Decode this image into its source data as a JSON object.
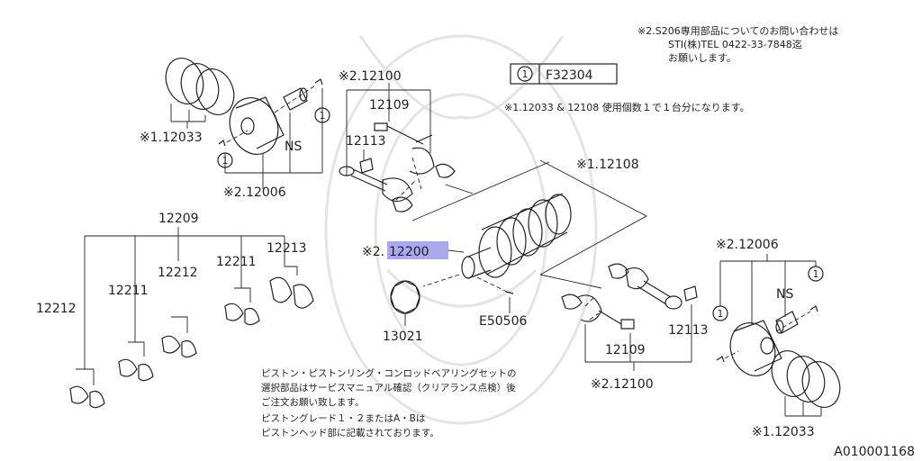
{
  "header_note": [
    "※2.S206専用部品についてのお問い合わせは",
    "STI(株)TEL 0422-33-7848迄",
    "お願いします。"
  ],
  "legend": {
    "symbol": "1",
    "code": "F32304"
  },
  "usage_note": "※1.12033 & 12108 使用個数１で１台分になります。",
  "footer_note": [
    "ピストン・ピストンリング・コンロッドベアリングセットの",
    "選択部品はサービスマニュアル確認（クリアランス点検）後",
    "ご注文お願い致します。",
    "ピストングレード１・２またはA・Bは",
    "ピストンヘッド部に記載されております。"
  ],
  "image_id": "A010001168",
  "callouts": {
    "rings_left": "※1.12033",
    "piston_left": "※2.12006",
    "ns_left": "NS",
    "rod_top": "※2.12100",
    "bolt_top": "12109",
    "nut_top": "12113",
    "bearing_main": "※1.12108",
    "crankshaft_prefix": "※2.",
    "crankshaft": "12200",
    "bearing_group": "12209",
    "bearing_12212a": "12212",
    "bearing_12211a": "12211",
    "bearing_12212b": "12212",
    "bearing_12211b": "12211",
    "bearing_12213": "12213",
    "pulley": "13021",
    "key": "E50506",
    "rod_bottom": "※2.12100",
    "bolt_bottom": "12109",
    "nut_bottom": "12113",
    "piston_right": "※2.12006",
    "ns_right": "NS",
    "rings_right": "※1.12033"
  },
  "circle_marks": [
    "1",
    "1",
    "1",
    "1"
  ]
}
